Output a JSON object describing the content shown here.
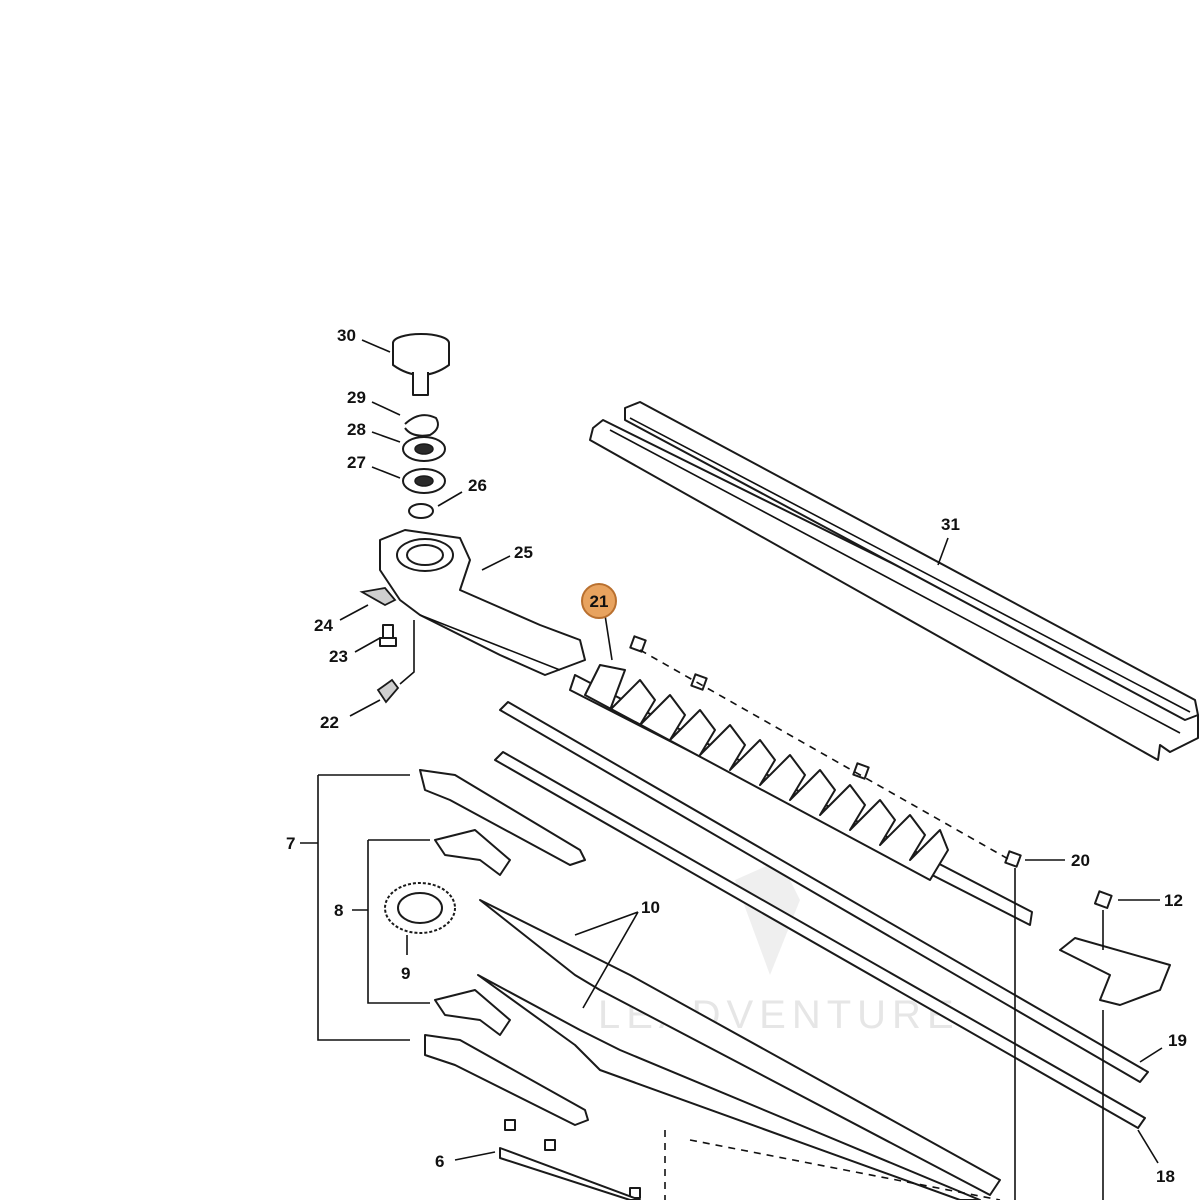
{
  "diagram": {
    "callouts": [
      {
        "id": "30",
        "text": "30"
      },
      {
        "id": "29",
        "text": "29"
      },
      {
        "id": "28",
        "text": "28"
      },
      {
        "id": "27",
        "text": "27"
      },
      {
        "id": "26",
        "text": "26"
      },
      {
        "id": "25",
        "text": "25"
      },
      {
        "id": "24",
        "text": "24"
      },
      {
        "id": "23",
        "text": "23"
      },
      {
        "id": "22",
        "text": "22"
      },
      {
        "id": "21",
        "text": "21",
        "highlighted": true
      },
      {
        "id": "31",
        "text": "31"
      },
      {
        "id": "20",
        "text": "20"
      },
      {
        "id": "12",
        "text": "12"
      },
      {
        "id": "10",
        "text": "10"
      },
      {
        "id": "7",
        "text": "7"
      },
      {
        "id": "8",
        "text": "8"
      },
      {
        "id": "9",
        "text": "9"
      },
      {
        "id": "19",
        "text": "19"
      },
      {
        "id": "18",
        "text": "18"
      },
      {
        "id": "6",
        "text": "6"
      }
    ],
    "highlight_color": "#e8a35f",
    "highlight_stroke": "#b9702f",
    "line_color": "#1a1a1a",
    "watermark": "LEADVENTURE"
  }
}
